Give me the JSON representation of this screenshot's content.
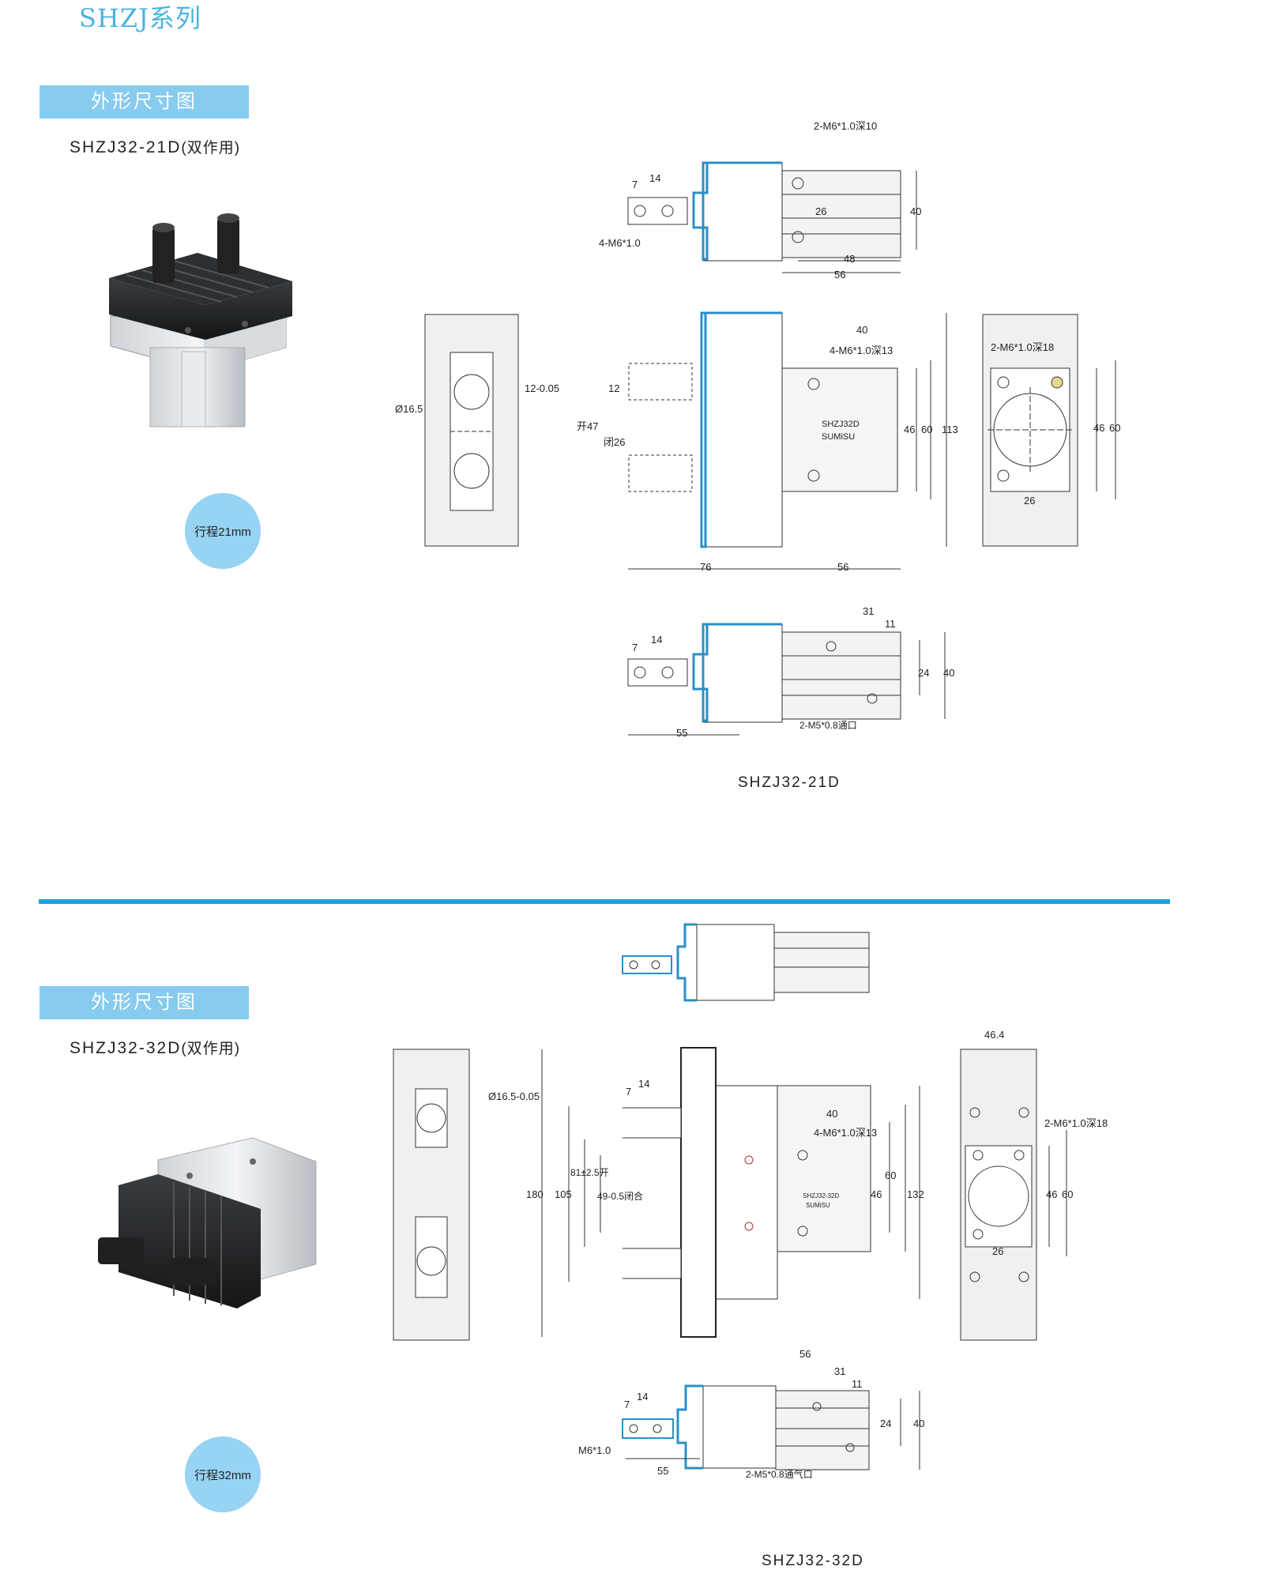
{
  "header": {
    "title": "SHZJ系列"
  },
  "section1": {
    "tag": "外形尺寸图",
    "model": "SHZJ32-21D",
    "model_sub": "(双作用)",
    "stroke": "行程21mm",
    "caption": "SHZJ32-21D",
    "dims": {
      "d1": "2-M6*1.0深10",
      "d2": "7",
      "d3": "14",
      "d4": "26",
      "d5": "40",
      "d6": "4-M6*1.0",
      "d7": "48",
      "d8": "56",
      "d9": "40",
      "d10": "4-M6*1.0深13",
      "d11": "12-0.05",
      "d12": "Ø16.5",
      "d13": "12",
      "d14": "开47",
      "d15": "闭26",
      "d16": "SHZJ32D",
      "d17": "SUMiSU",
      "d18": "46",
      "d19": "60",
      "d20": "113",
      "d21": "76",
      "d22": "56",
      "d23": "2-M6*1.0深18",
      "d24": "46",
      "d25": "60",
      "d26": "26",
      "d27": "31",
      "d28": "11",
      "d29": "7",
      "d30": "14",
      "d31": "24",
      "d32": "40",
      "d33": "55",
      "d34": "2-M5*0.8通口"
    }
  },
  "section2": {
    "tag": "外形尺寸图",
    "model": "SHZJ32-32D",
    "model_sub": "(双作用)",
    "stroke": "行程32mm",
    "caption": "SHZJ32-32D",
    "dims": {
      "e1": "Ø16.5-0.05",
      "e2": "7",
      "e3": "14",
      "e4": "40",
      "e5": "4-M6*1.0深13",
      "e6": "81±2.5开",
      "e7": "49-0.5闭合",
      "e8": "180",
      "e9": "105",
      "e10": "60",
      "e11": "46",
      "e12": "132",
      "e13": "SHZJ32-32D",
      "e14": "SUMiSU",
      "e15": "46.4",
      "e16": "2-M6*1.0深18",
      "e17": "46",
      "e18": "60",
      "e19": "26",
      "e20": "56",
      "e21": "31",
      "e22": "11",
      "e23": "7",
      "e24": "14",
      "e25": "24",
      "e26": "40",
      "e27": "M6*1.0",
      "e28": "55",
      "e29": "2-M5*0.8通气口"
    }
  },
  "colors": {
    "accent": "#1aa2e0",
    "tag_bg": "#87cbef",
    "circle_bg": "#97d3f2",
    "outline_blue": "#2a8fc8"
  }
}
